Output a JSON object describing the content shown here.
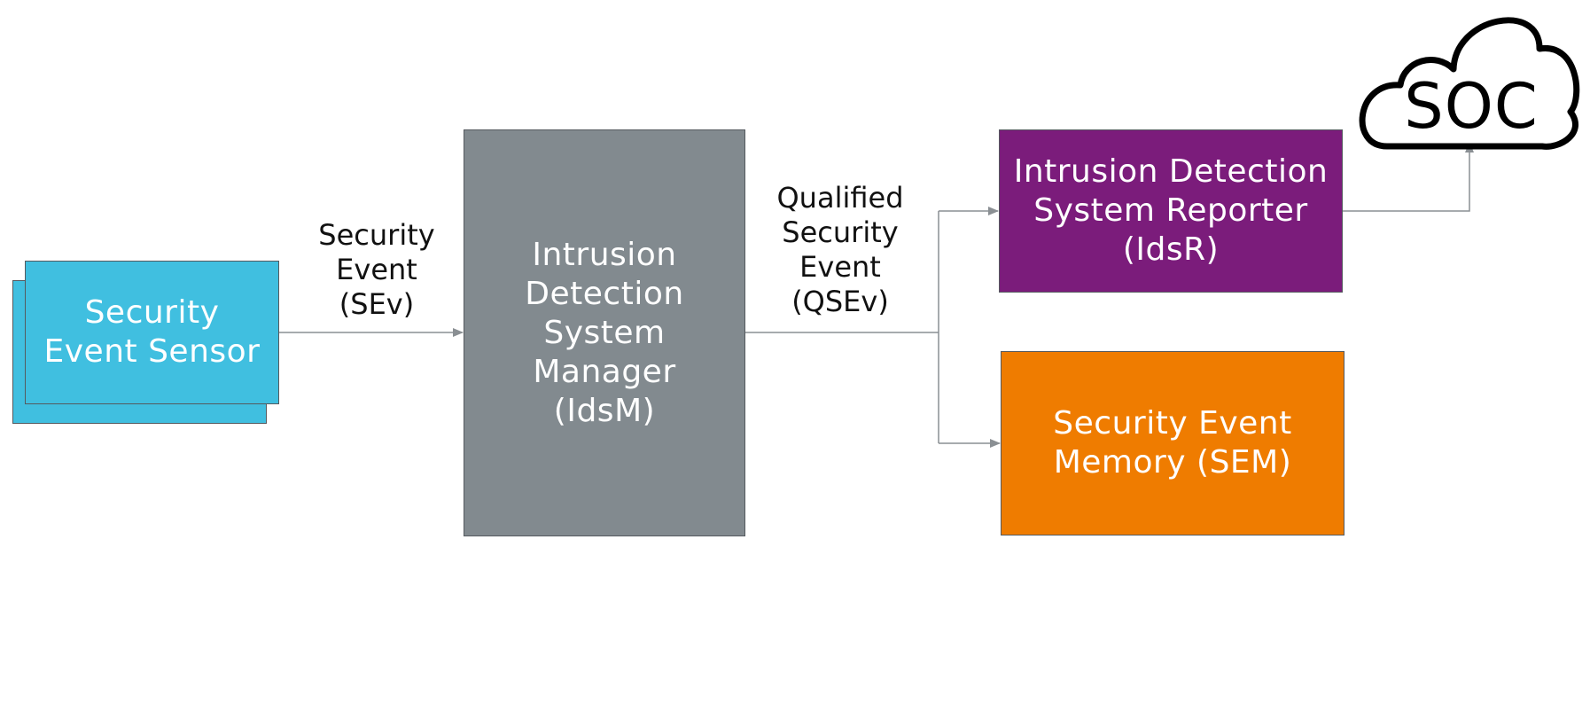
{
  "nodes": {
    "sensor": {
      "label": "Security\nEvent Sensor",
      "color": "#40bfe0"
    },
    "idsm": {
      "label": "Intrusion\nDetection\nSystem\nManager\n(IdsM)",
      "color": "#828a8f"
    },
    "idsr": {
      "label": "Intrusion Detection\nSystem Reporter\n(IdsR)",
      "color": "#7b1c7b"
    },
    "sem": {
      "label": "Security Event\nMemory (SEM)",
      "color": "#ef7c00"
    },
    "soc": {
      "label": "SOC"
    }
  },
  "edges": {
    "sev_label": "Security\nEvent\n(SEv)",
    "qsev_label": "Qualified\nSecurity\nEvent\n(QSEv)"
  },
  "colors": {
    "connector": "#8a8f93",
    "border": "#555a5f"
  }
}
